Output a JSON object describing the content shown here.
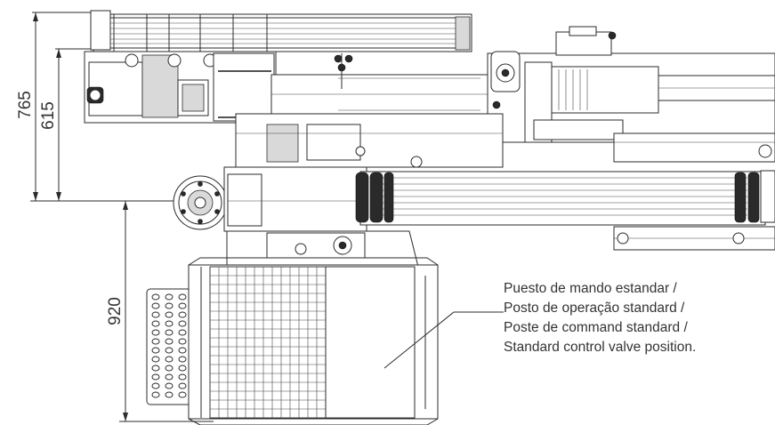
{
  "dimensions": {
    "d765": "765",
    "d615": "615",
    "d920": "920"
  },
  "callout": {
    "line1": "Puesto de mando estandar /",
    "line2": "Posto de operação standard /",
    "line3": "Poste de command standard /",
    "line4": "Standard control valve position."
  }
}
